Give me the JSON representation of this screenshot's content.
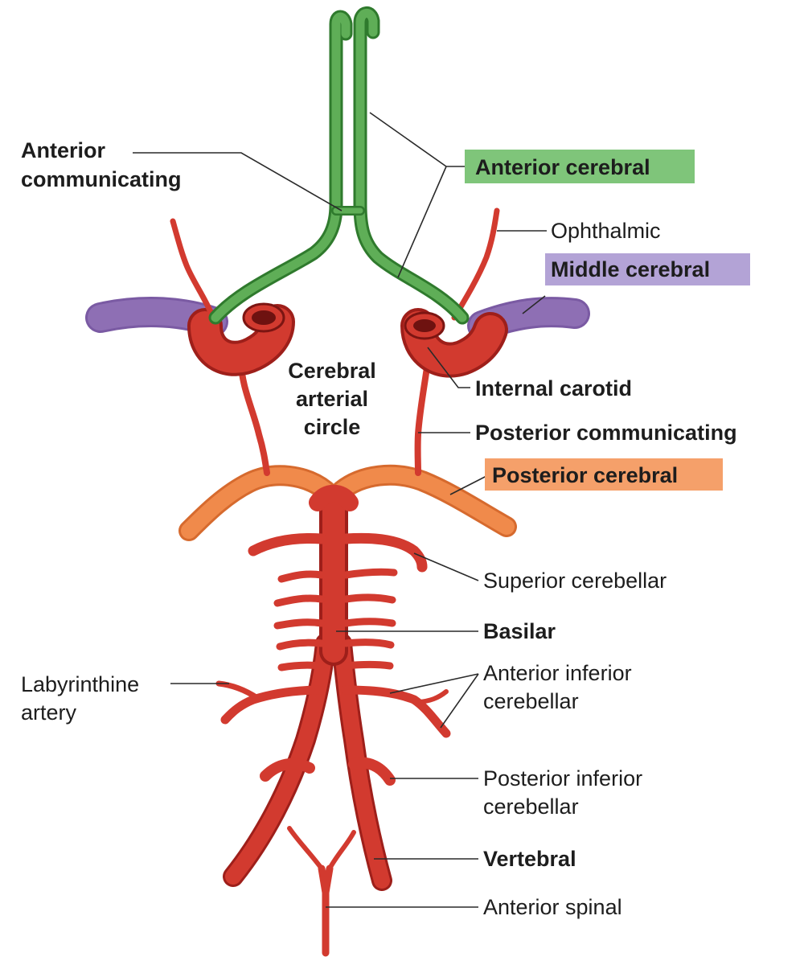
{
  "labels": {
    "anterior_communicating": [
      "Anterior",
      "communicating"
    ],
    "anterior_cerebral": "Anterior cerebral",
    "ophthalmic": "Ophthalmic",
    "middle_cerebral": "Middle cerebral",
    "cerebral_arterial_circle": [
      "Cerebral",
      "arterial",
      "circle"
    ],
    "internal_carotid": "Internal carotid",
    "posterior_communicating": "Posterior communicating",
    "posterior_cerebral": "Posterior cerebral",
    "superior_cerebellar": "Superior cerebellar",
    "basilar": "Basilar",
    "labyrinthine_artery": [
      "Labyrinthine",
      "artery"
    ],
    "anterior_inferior_cerebellar": [
      "Anterior inferior",
      "cerebellar"
    ],
    "posterior_inferior_cerebellar": [
      "Posterior inferior",
      "cerebellar"
    ],
    "vertebral": "Vertebral",
    "anterior_spinal": "Anterior spinal"
  },
  "colors": {
    "red_artery": "#d23a2f",
    "red_dark": "#9e1f1a",
    "green_artery": "#5fae57",
    "green_dark": "#2f7a2d",
    "purple_artery": "#8e6fb4",
    "orange_artery": "#f08a4b",
    "green_label_bg": "#7fc57a",
    "purple_label_bg": "#b3a3d6",
    "orange_label_bg": "#f5a06a"
  }
}
